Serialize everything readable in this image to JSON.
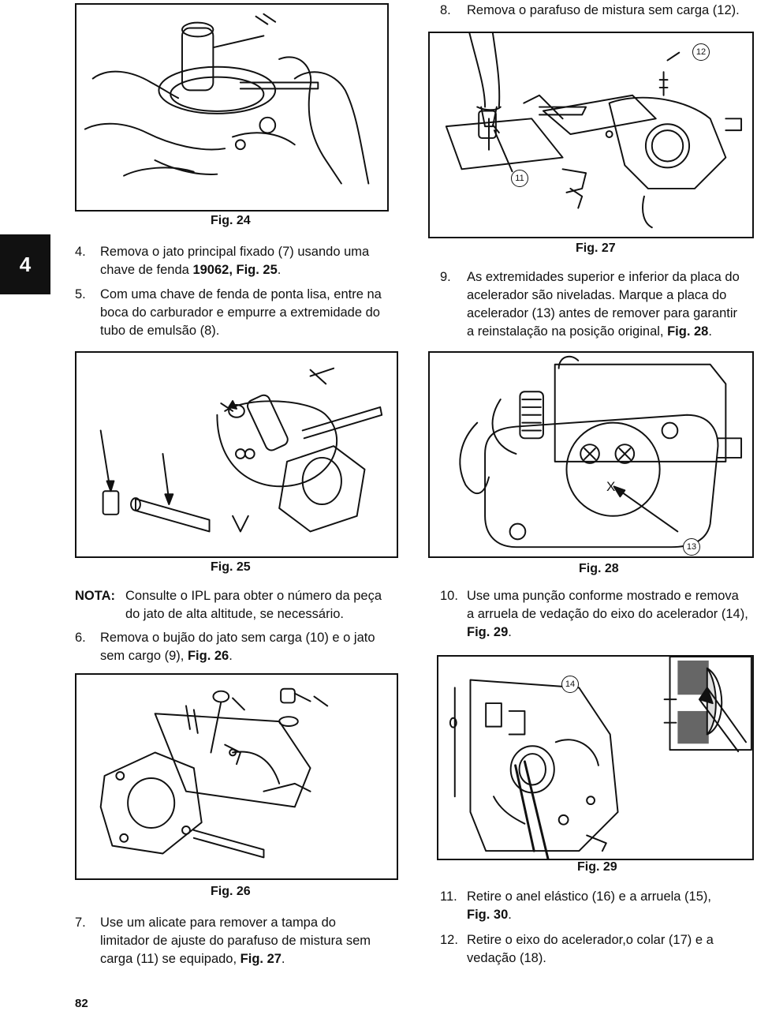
{
  "page": {
    "section_tab": "4",
    "page_number": "82"
  },
  "figures": {
    "fig24": {
      "caption": "Fig. 24"
    },
    "fig25": {
      "caption": "Fig. 25"
    },
    "fig26": {
      "caption": "Fig. 26"
    },
    "fig27": {
      "caption": "Fig. 27",
      "callout_a": "12",
      "callout_b": "11"
    },
    "fig28": {
      "caption": "Fig. 28",
      "mark": "X",
      "callout": "13"
    },
    "fig29": {
      "caption": "Fig. 29",
      "callout": "14"
    }
  },
  "left": {
    "step4": {
      "num": "4.",
      "l1": "Remova o jato principal fixado (7) usando uma",
      "l2": "chave de fenda ",
      "ref": "19062, Fig. 25",
      "end": "."
    },
    "step5": {
      "num": "5.",
      "l1": "Com uma chave de fenda de ponta lisa, entre na",
      "l2": "boca do carburador e empurre a extremidade do",
      "l3": "tubo de emulsão (8)."
    },
    "nota": {
      "label": "NOTA:",
      "l1": "Consulte o IPL para obter o número da peça",
      "l2": "do jato de alta altitude, se necessário."
    },
    "step6": {
      "num": "6.",
      "l1": "Remova o bujão do jato sem carga (10) e o jato",
      "l2": "sem cargo (9), ",
      "ref": "Fig. 26",
      "end": "."
    },
    "step7": {
      "num": "7.",
      "l1": "Use um alicate para remover a tampa do",
      "l2": "limitador de ajuste do parafuso de mistura sem",
      "l3": "carga (11) se equipado, ",
      "ref": "Fig. 27",
      "end": "."
    }
  },
  "right": {
    "step8": {
      "num": "8.",
      "l1": "Remova o parafuso de mistura sem carga (12)."
    },
    "step9": {
      "num": "9.",
      "l1": "As extremidades superior e inferior da placa do",
      "l2": "acelerador são niveladas. Marque a placa do",
      "l3": "acelerador (13) antes de remover para garantir",
      "l4": "a reinstalação na posição original, ",
      "ref": "Fig. 28",
      "end": "."
    },
    "step10": {
      "num": "10.",
      "l1": "Use uma punção conforme mostrado e remova",
      "l2": "a arruela de vedação do eixo do acelerador (14),",
      "ref": "Fig. 29",
      "end": "."
    },
    "step11": {
      "num": "11.",
      "l1": "Retire o anel elástico (16) e a arruela (15),",
      "ref": "Fig. 30",
      "end": "."
    },
    "step12": {
      "num": "12.",
      "l1": "Retire o eixo do acelerador,o colar (17) e a",
      "l2": "vedação (18)."
    }
  }
}
